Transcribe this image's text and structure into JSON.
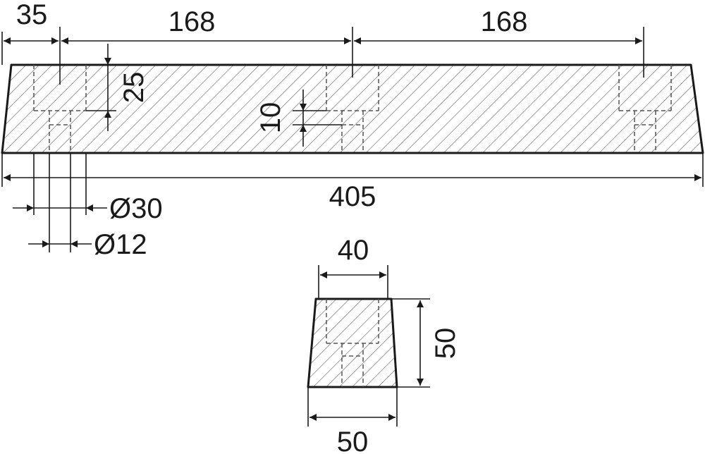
{
  "drawing": {
    "side_view": {
      "dimensions": {
        "end_offset": "35",
        "spacing_1": "168",
        "spacing_2": "168",
        "total_length": "405",
        "counterbore_depth": "25",
        "bottom_offset": "10",
        "counterbore_diameter": "Ø30",
        "hole_diameter": "Ø12"
      }
    },
    "end_view": {
      "dimensions": {
        "top_width": "40",
        "height": "50",
        "bottom_width": "50"
      }
    }
  }
}
